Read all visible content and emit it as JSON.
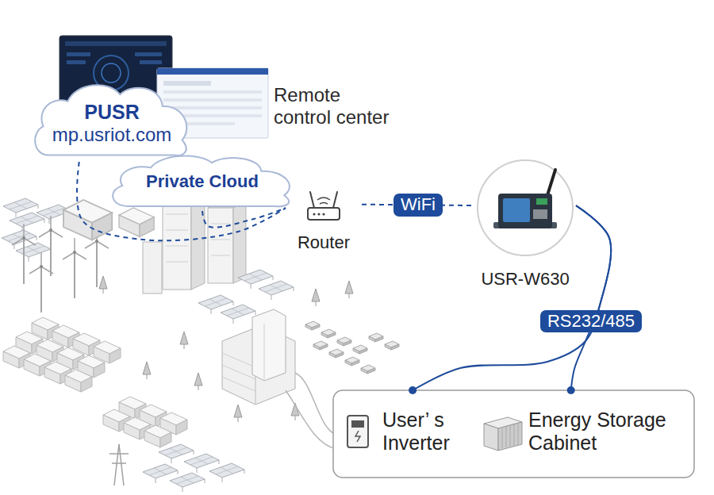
{
  "diagram": {
    "nodes": [
      {
        "text": [
          "PUSR",
          "mp.usriot.com"
        ]
      },
      {
        "text": [
          "Private Cloud"
        ]
      },
      {
        "text": [
          "Router"
        ]
      },
      {
        "text": [
          "USR-W630"
        ]
      },
      {
        "text": [
          "User’ s Inverter"
        ]
      },
      {
        "text": [
          "Energy Storage Cabinet"
        ]
      }
    ],
    "edges": [
      {
        "from": 0,
        "to": 2,
        "arrow": "none"
      },
      {
        "from": 1,
        "to": 2,
        "arrow": "none"
      },
      {
        "from": 2,
        "to": 3,
        "label": "WiFi",
        "arrow": "none"
      },
      {
        "from": 3,
        "to": 4,
        "arrow": "none"
      },
      {
        "from": 3,
        "to": 5,
        "label": "RS232/485",
        "arrow": "none"
      }
    ],
    "labels": [
      "Remote control center"
    ]
  }
}
